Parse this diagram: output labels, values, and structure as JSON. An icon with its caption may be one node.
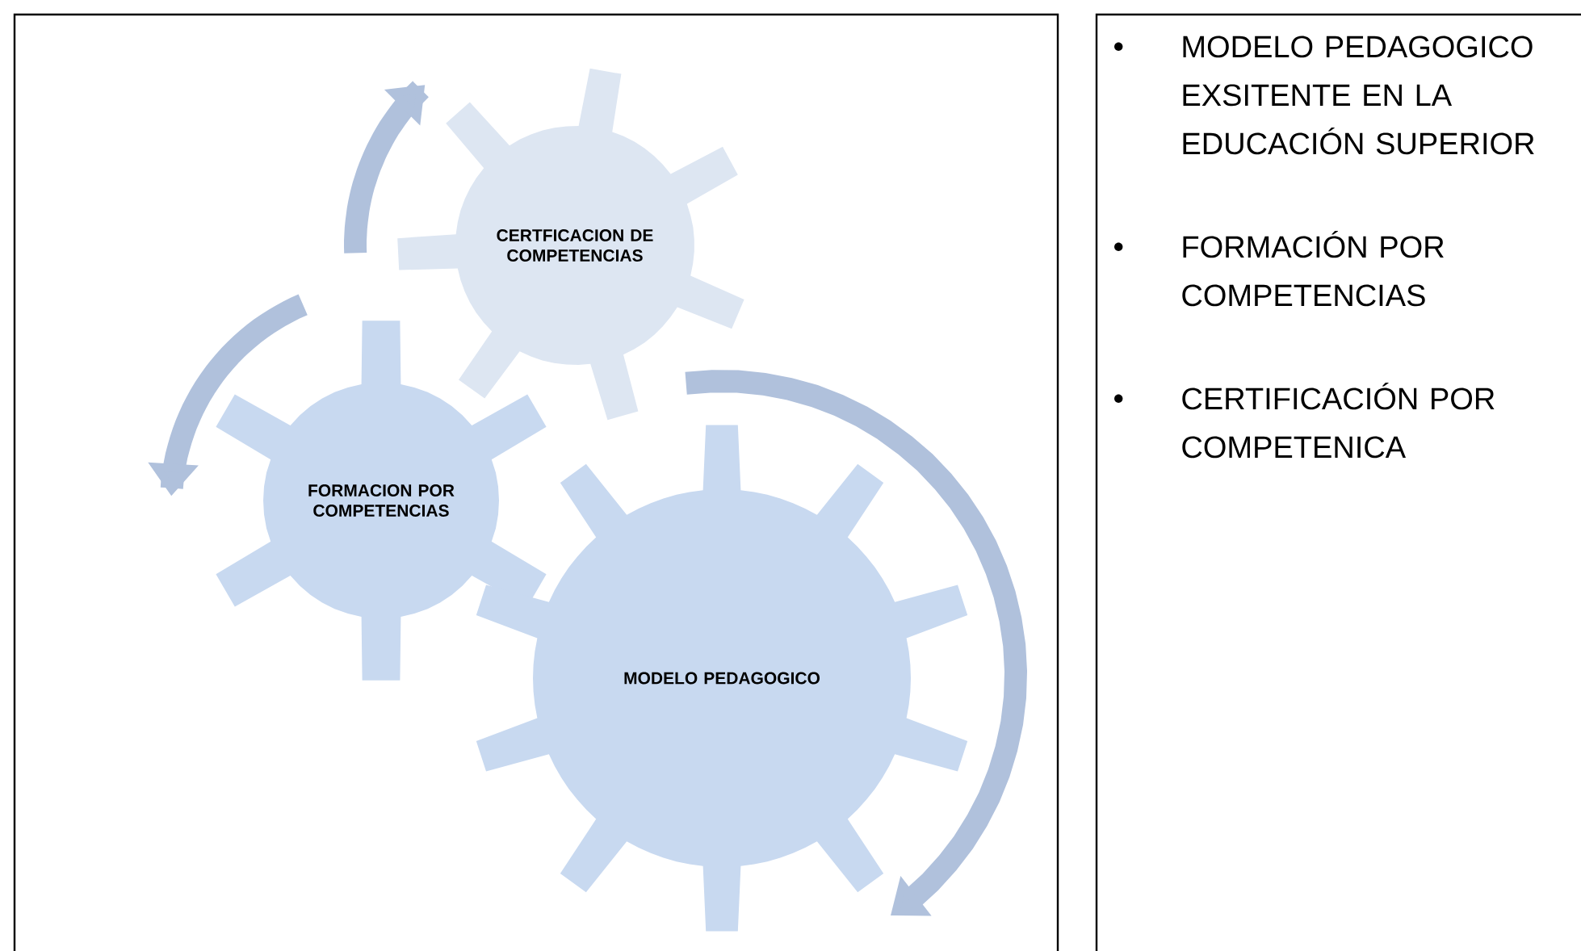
{
  "diagram": {
    "nodes": [
      {
        "text": [
          "CERTFICACION DE COMPETENCIAS"
        ]
      },
      {
        "text": [
          "FORMACION POR COMPETENCIAS"
        ]
      },
      {
        "text": [
          "MODELO PEDAGOGICO"
        ]
      },
      {
        "text": [
          "MODELO PEDAGOGICO EXSITENTE EN LA EDUCACIÓN SUPERIOR",
          "FORMACIÓN POR COMPETENCIAS",
          "CERTIFICACIÓN POR COMPETENICA"
        ]
      }
    ]
  }
}
